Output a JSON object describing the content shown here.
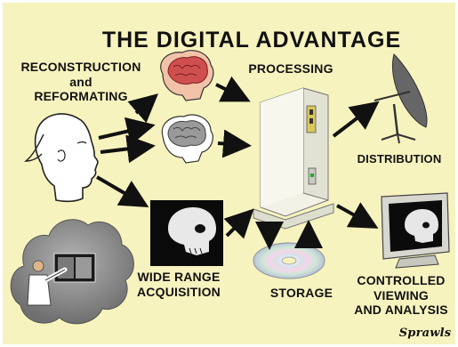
{
  "diagram": {
    "title": "THE DIGITAL ADVANTAGE",
    "labels": {
      "reconstruction_line1": "RECONSTRUCTION",
      "reconstruction_line2": "and",
      "reconstruction_line3": "REFORMATING",
      "processing": "PROCESSING",
      "distribution": "DISTRIBUTION",
      "wide_line1": "WIDE RANGE",
      "wide_line2": "ACQUISITION",
      "storage": "STORAGE",
      "viewing_line1": "CONTROLLED",
      "viewing_line2": "VIEWING",
      "viewing_line3": "AND ANALYSIS"
    },
    "signature": "Sprawls",
    "colors": {
      "background": "#f7f3bf",
      "text": "#111111",
      "arrow": "#111111",
      "computer": "#eeeee4",
      "brain": "#c84a4a",
      "cloud": "#8a8a8a"
    },
    "icons": [
      "head-profile-icon",
      "brain-color-icon",
      "brain-gray-icon",
      "skull-xray-icon",
      "computer-tower-icon",
      "cd-disc-icon",
      "satellite-dish-icon",
      "monitor-skull-icon",
      "radiologist-cloud-icon"
    ]
  }
}
